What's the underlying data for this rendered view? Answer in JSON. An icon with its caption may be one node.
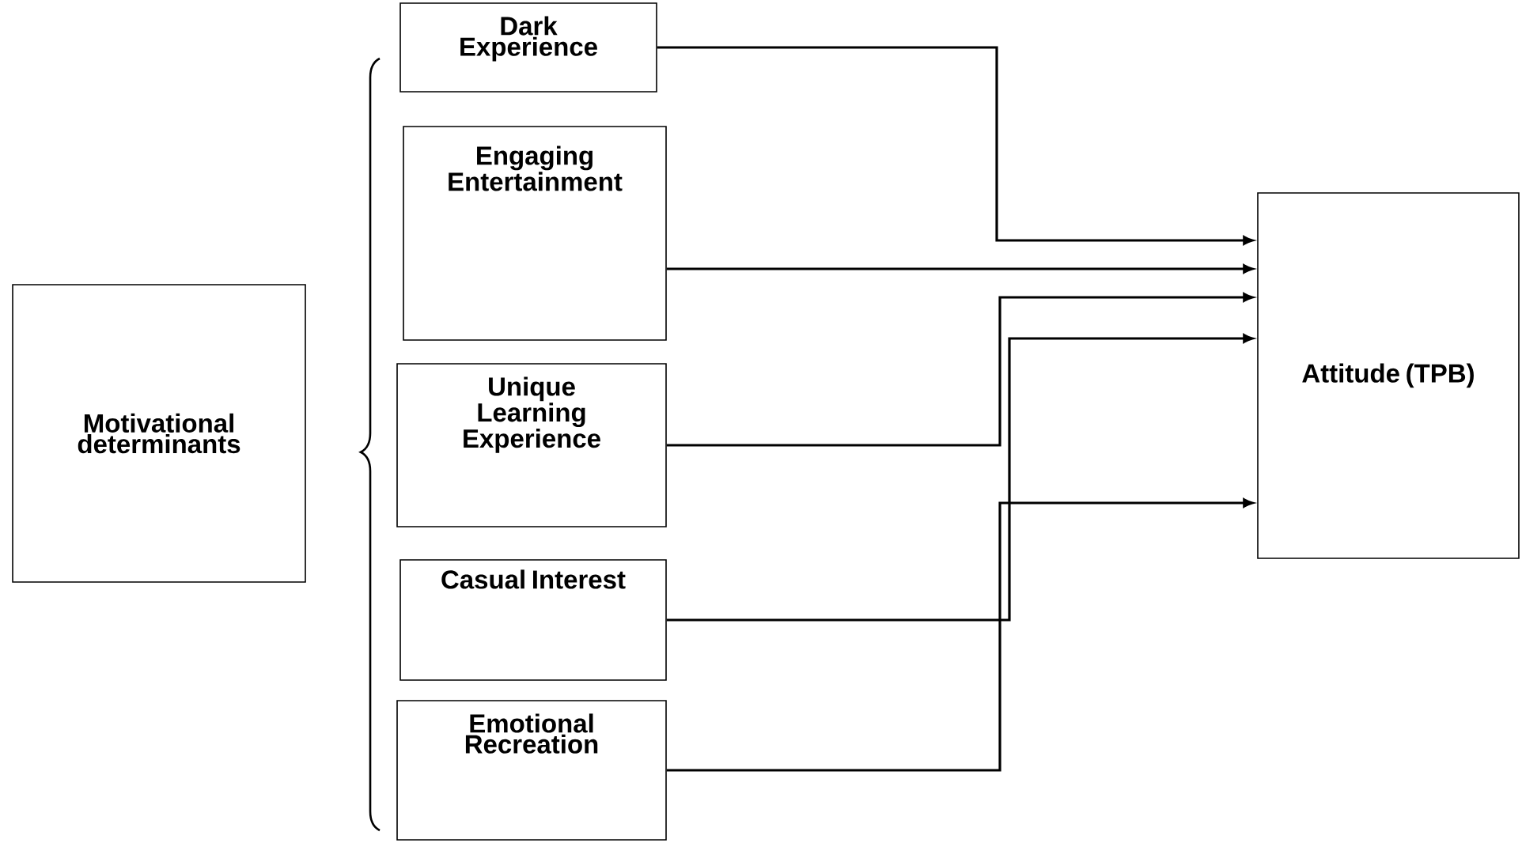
{
  "diagram": {
    "nodes": [
      {
        "text": [
          "Motivational determinants"
        ]
      },
      {
        "text": [
          "Dark Experience"
        ]
      },
      {
        "text": [
          "Engaging Entertainment"
        ]
      },
      {
        "text": [
          "Unique Learning Experience"
        ]
      },
      {
        "text": [
          "Casual Interest"
        ]
      },
      {
        "text": [
          "Emotional Recreation"
        ]
      },
      {
        "text": [
          "Attitude (TPB)"
        ]
      }
    ],
    "edges": [
      {
        "from": 1,
        "to": 6,
        "arrow": "to"
      },
      {
        "from": 2,
        "to": 6,
        "arrow": "to"
      },
      {
        "from": 3,
        "to": 6,
        "arrow": "to"
      },
      {
        "from": 4,
        "to": 6,
        "arrow": "to"
      },
      {
        "from": 5,
        "to": 6,
        "arrow": "to"
      }
    ]
  }
}
